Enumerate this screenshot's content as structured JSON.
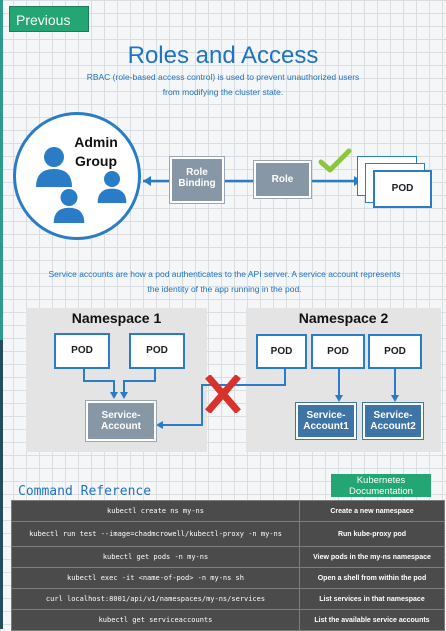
{
  "nav": {
    "previous_label": "Previous"
  },
  "header": {
    "title": "Roles and Access",
    "subtitle_line1": "RBAC (role-based access control) is used to prevent unauthorized users",
    "subtitle_line2": "from modifying the cluster state."
  },
  "rbac": {
    "admin_group_line1": "Admin",
    "admin_group_line2": "Group",
    "role_binding_line1": "Role",
    "role_binding_line2": "Binding",
    "role_label": "Role",
    "pod_label": "POD"
  },
  "service_accounts": {
    "desc_line1": "Service accounts are how a pod authenticates to the API server. A service account represents",
    "desc_line2": "the identity of the app running in the pod.",
    "ns1_title": "Namespace 1",
    "ns2_title": "Namespace 2",
    "pod_label": "POD",
    "sa1_line1": "Service-",
    "sa1_line2": "Account",
    "sa2_line1": "Service-",
    "sa2_line2": "Account1",
    "sa3_line1": "Service-",
    "sa3_line2": "Account2"
  },
  "command_reference": {
    "heading": "Command Reference",
    "docs_line1": "Kubernetes",
    "docs_line2": "Documentation",
    "rows": [
      {
        "command": "kubectl create ns my-ns",
        "description": "Create a new namespace"
      },
      {
        "command": "kubectl run test --image=chadmcrowell/kubectl-proxy -n my-ns",
        "description": "Run kube-proxy pod"
      },
      {
        "command": "kubectl get pods -n my-ns",
        "description": "View pods in the my-ns namespace"
      },
      {
        "command": "kubectl exec -it <name-of-pod> -n my-ns sh",
        "description": "Open a shell from within the pod"
      },
      {
        "command": "curl localhost:8001/api/v1/namespaces/my-ns/services",
        "description": "List services in that namespace"
      },
      {
        "command": "kubectl get serviceaccounts",
        "description": "List the available service accounts"
      }
    ]
  },
  "colors": {
    "accent_blue": "#1f73c4",
    "green_button": "#23a574",
    "deny_red": "#d9322b",
    "check_green": "#8cc63f"
  }
}
